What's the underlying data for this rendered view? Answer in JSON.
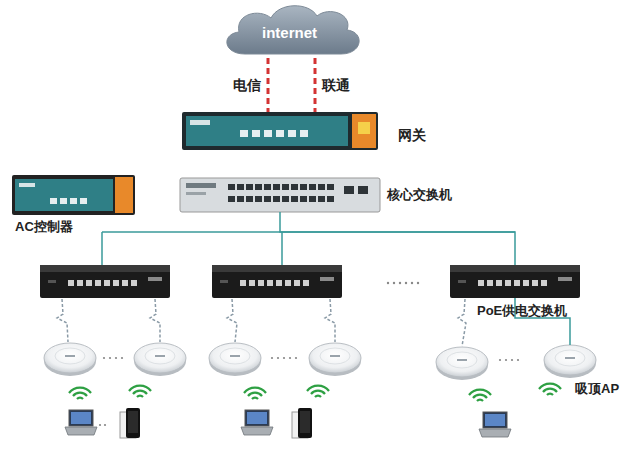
{
  "diagram": {
    "nodes": [
      {
        "text": [
          "internet"
        ]
      },
      {
        "text": [
          "网关"
        ]
      },
      {
        "text": [
          "核心交换机"
        ]
      },
      {
        "text": [
          "AC控制器"
        ]
      },
      {
        "text": [
          "PoE供电交换机"
        ]
      },
      {
        "text": [
          "吸顶AP"
        ]
      }
    ],
    "edges": [
      {
        "from": 0,
        "to": 1,
        "label": "电信",
        "arrow": "none"
      },
      {
        "from": 0,
        "to": 1,
        "label": "联通",
        "arrow": "none"
      },
      {
        "from": 2,
        "to": 4,
        "arrow": "none"
      },
      {
        "from": 4,
        "to": 5,
        "arrow": "none"
      }
    ]
  }
}
